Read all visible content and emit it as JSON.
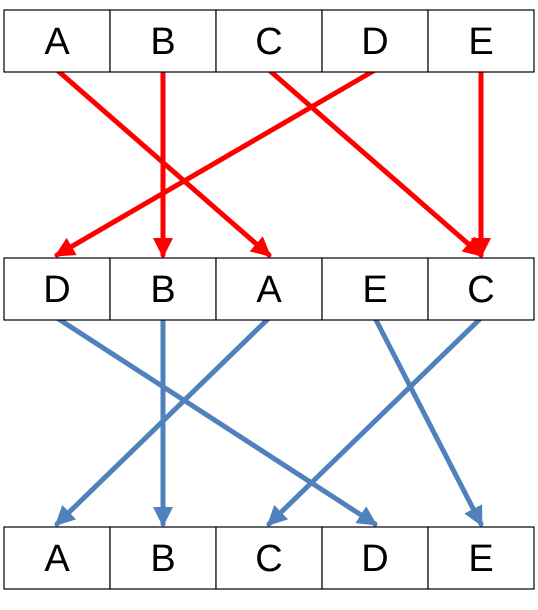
{
  "rows": [
    {
      "name": "top",
      "cells": [
        "A",
        "B",
        "C",
        "D",
        "E"
      ]
    },
    {
      "name": "middle",
      "cells": [
        "D",
        "B",
        "A",
        "E",
        "C"
      ]
    },
    {
      "name": "bottom",
      "cells": [
        "A",
        "B",
        "C",
        "D",
        "E"
      ]
    }
  ],
  "arrow_groups": [
    {
      "name": "top-to-middle",
      "from_row": 0,
      "to_row": 1,
      "color": "#ff0000",
      "arrows": [
        {
          "from": 0,
          "to": 2
        },
        {
          "from": 1,
          "to": 1
        },
        {
          "from": 2,
          "to": 4
        },
        {
          "from": 3,
          "to": 0
        },
        {
          "from": 4,
          "to": 4
        }
      ]
    },
    {
      "name": "middle-to-bottom",
      "from_row": 1,
      "to_row": 2,
      "color": "#4f81bd",
      "arrows": [
        {
          "from": 0,
          "to": 3
        },
        {
          "from": 1,
          "to": 1
        },
        {
          "from": 2,
          "to": 0
        },
        {
          "from": 3,
          "to": 4
        },
        {
          "from": 4,
          "to": 2
        }
      ]
    }
  ]
}
